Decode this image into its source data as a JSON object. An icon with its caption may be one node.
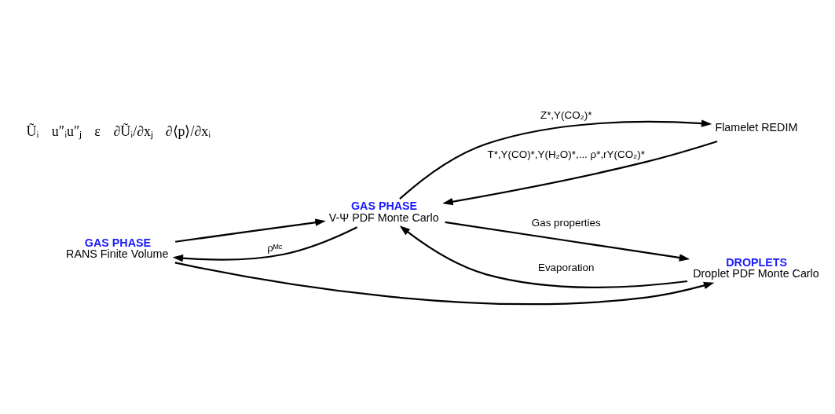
{
  "diagram": {
    "nodes": [
      {
        "text": [
          "GAS PHASE",
          "RANS Finite Volume"
        ]
      },
      {
        "text": [
          "GAS PHASE",
          "V-Ψ PDF Monte Carlo"
        ]
      },
      {
        "text": [
          "Flamelet REDIM"
        ]
      },
      {
        "text": [
          "DROPLETS",
          "Droplet PDF Monte Carlo"
        ]
      }
    ],
    "edges": [
      {
        "from": 1,
        "to": 0,
        "arrow": "to",
        "label": "ρᴹᶜ"
      },
      {
        "from": 0,
        "to": 1,
        "arrow": "to"
      },
      {
        "from": 0,
        "to": 3,
        "arrow": "to"
      },
      {
        "from": 2,
        "to": 1,
        "arrow": "to",
        "label": "T*,Y(CO)*,Y(H₂O)*,... ρ*,rY(CO₂)*"
      },
      {
        "from": 1,
        "to": 2,
        "arrow": "to",
        "label": "Z*,Y(CO₂)*"
      },
      {
        "from": 1,
        "to": 3,
        "arrow": "to",
        "label": "Gas properties"
      },
      {
        "from": 3,
        "to": 1,
        "arrow": "to",
        "label": "Evaporation"
      }
    ],
    "labels": [
      "Ũᵢ",
      "u″ᵢu″ⱼ",
      "ε",
      "∂Ũᵢ/∂xⱼ",
      "∂⟨p⟩/∂xᵢ"
    ]
  }
}
